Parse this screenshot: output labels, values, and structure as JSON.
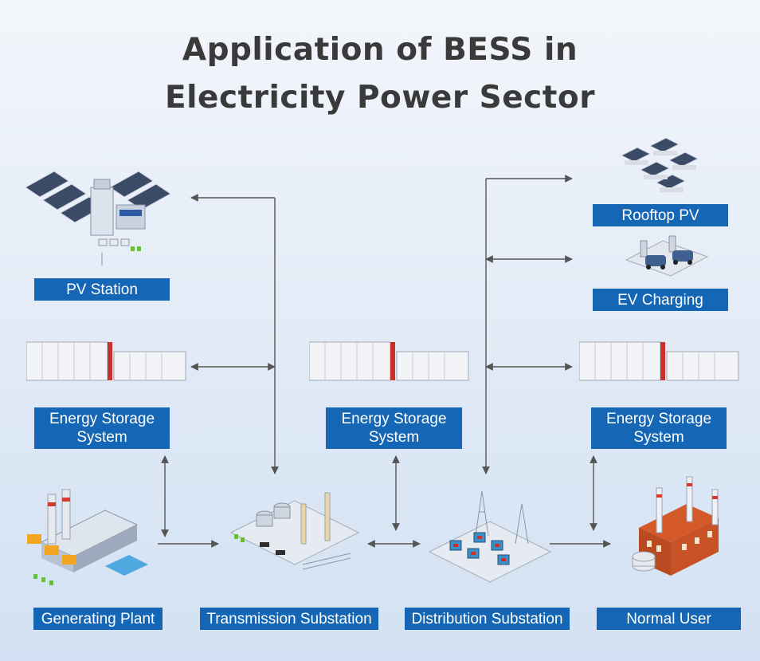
{
  "title": {
    "line1": "Application of BESS in",
    "line2": "Electricity Power Sector"
  },
  "nodes": {
    "pv_station": "PV Station",
    "ess_left": {
      "line1": "Energy Storage",
      "line2": "System"
    },
    "ess_center": {
      "line1": "Energy Storage",
      "line2": "System"
    },
    "ess_right": {
      "line1": "Energy Storage",
      "line2": "System"
    },
    "rooftop_pv": "Rooftop PV",
    "ev_charging": "EV Charging",
    "generating_plant": "Generating Plant",
    "transmission_substation": "Transmission Substation",
    "distribution_substation": "Distribution Substation",
    "normal_user": "Normal User"
  },
  "colors": {
    "label_bg": "#1566b4",
    "label_text": "#ffffff",
    "title_text": "#3a3a3a",
    "arrow": "#555555"
  }
}
